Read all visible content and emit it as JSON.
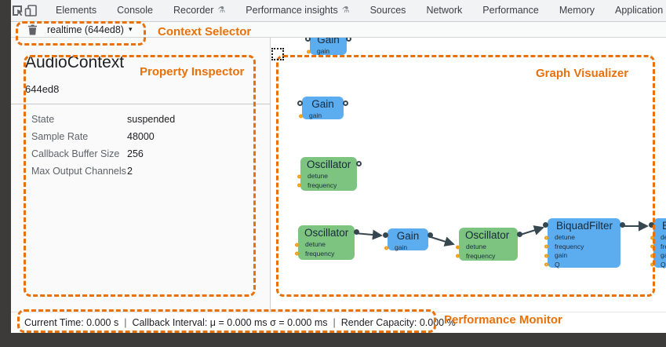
{
  "toolbar": {
    "inspect_icon": "inspect-element-icon",
    "devices_icon": "device-toolbar-icon",
    "flask_glyph": "⚗",
    "tabs": [
      {
        "label": "Elements"
      },
      {
        "label": "Console"
      },
      {
        "label": "Recorder",
        "flask_icon": true
      },
      {
        "label": "Performance insights",
        "flask_icon": true
      },
      {
        "label": "Sources"
      },
      {
        "label": "Network"
      },
      {
        "label": "Performance"
      },
      {
        "label": "Memory"
      },
      {
        "label": "Application"
      }
    ]
  },
  "context_toolbar": {
    "trash_icon": "trash-icon",
    "selected_context": "realtime (644ed8)",
    "caret": "▾"
  },
  "annotations": {
    "accent_color": "#e8710a",
    "context_selector": "Context Selector",
    "property_inspector": "Property Inspector",
    "graph_visualizer": "Graph Visualizer",
    "performance_monitor": "Performance Monitor"
  },
  "inspector": {
    "title": "AudioContext",
    "context_id": "644ed8",
    "properties": [
      {
        "label": "State",
        "value": "suspended"
      },
      {
        "label": "Sample Rate",
        "value": "48000"
      },
      {
        "label": "Callback Buffer Size",
        "value": "256"
      },
      {
        "label": "Max Output Channels",
        "value": "2"
      }
    ]
  },
  "graph": {
    "colors": {
      "gain_node": "#5badf0",
      "oscillator_node": "#7cc47f",
      "biquad_node": "#5badf0",
      "edge": "#37474f",
      "param_port": "#f39c12"
    },
    "nodes": [
      {
        "title": "Gain",
        "input_connected": false,
        "output_connected": false,
        "params": [
          {
            "label": "gain",
            "connected": false
          }
        ]
      },
      {
        "title": "Gain",
        "input_connected": false,
        "output_connected": false,
        "params": [
          {
            "label": "gain",
            "connected": false
          }
        ]
      },
      {
        "title": "Oscillator",
        "output_connected": false,
        "params": [
          {
            "label": "detune",
            "connected": false
          },
          {
            "label": "frequency",
            "connected": false
          }
        ]
      },
      {
        "title": "Oscillator",
        "output_connected": true,
        "params": [
          {
            "label": "detune",
            "connected": false
          },
          {
            "label": "frequency",
            "connected": false
          }
        ]
      },
      {
        "title": "Gain",
        "input_connected": true,
        "output_connected": true,
        "params": [
          {
            "label": "gain",
            "connected": false
          }
        ]
      },
      {
        "title": "Oscillator",
        "output_connected": true,
        "params": [
          {
            "label": "detune",
            "connected": true
          },
          {
            "label": "frequency",
            "connected": false
          }
        ]
      },
      {
        "title": "BiquadFilter",
        "input_connected": true,
        "output_connected": true,
        "params": [
          {
            "label": "detune",
            "connected": false
          },
          {
            "label": "frequency",
            "connected": false
          },
          {
            "label": "gain",
            "connected": false
          },
          {
            "label": "Q",
            "connected": false
          }
        ]
      },
      {
        "title": "BiquadFilter",
        "input_connected": true,
        "params": [
          {
            "label": "detune",
            "connected": false
          },
          {
            "label": "frequency",
            "connected": false
          },
          {
            "label": "gain",
            "connected": false
          },
          {
            "label": "Q",
            "connected": false
          }
        ]
      }
    ],
    "edges": [
      {
        "from": 3,
        "from_port": "output",
        "to": 4,
        "to_port": "input"
      },
      {
        "from": 4,
        "from_port": "output",
        "to": 5,
        "to_port": "detune"
      },
      {
        "from": 5,
        "from_port": "output",
        "to": 6,
        "to_port": "input"
      },
      {
        "from": 6,
        "from_port": "output",
        "to": 7,
        "to_port": "input"
      }
    ]
  },
  "performance_monitor": {
    "separator": "|",
    "segments": [
      "Current Time: 0.000 s",
      "Callback Interval: μ = 0.000 ms σ = 0.000 ms",
      "Render Capacity: 0.000 %"
    ]
  }
}
